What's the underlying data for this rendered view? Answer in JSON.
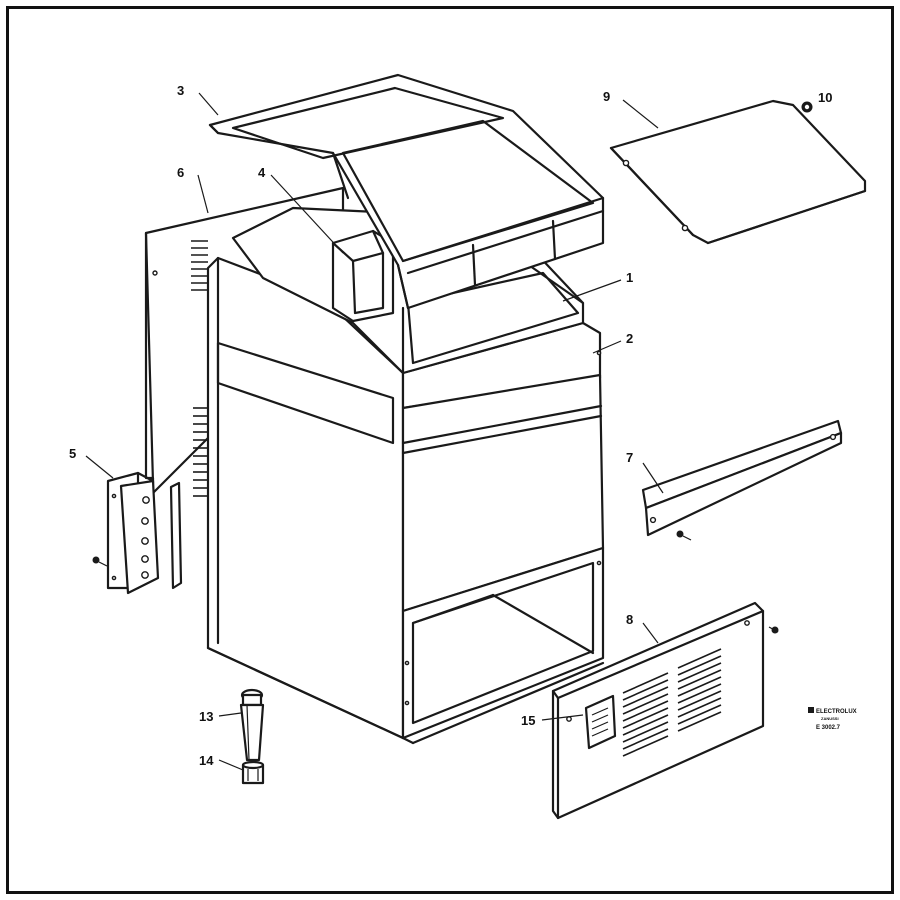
{
  "diagram": {
    "callouts": [
      {
        "id": "c1",
        "label": "1"
      },
      {
        "id": "c2",
        "label": "2"
      },
      {
        "id": "c3",
        "label": "3"
      },
      {
        "id": "c4",
        "label": "4"
      },
      {
        "id": "c5",
        "label": "5"
      },
      {
        "id": "c6",
        "label": "6"
      },
      {
        "id": "c7",
        "label": "7"
      },
      {
        "id": "c8",
        "label": "8"
      },
      {
        "id": "c9",
        "label": "9"
      },
      {
        "id": "c10",
        "label": "10"
      },
      {
        "id": "c13",
        "label": "13"
      },
      {
        "id": "c14",
        "label": "14"
      },
      {
        "id": "c15",
        "label": "15"
      }
    ],
    "logo": {
      "brand": "ELECTROLUX",
      "sub": "ZANUSSI",
      "code": "E 3002.7"
    }
  }
}
